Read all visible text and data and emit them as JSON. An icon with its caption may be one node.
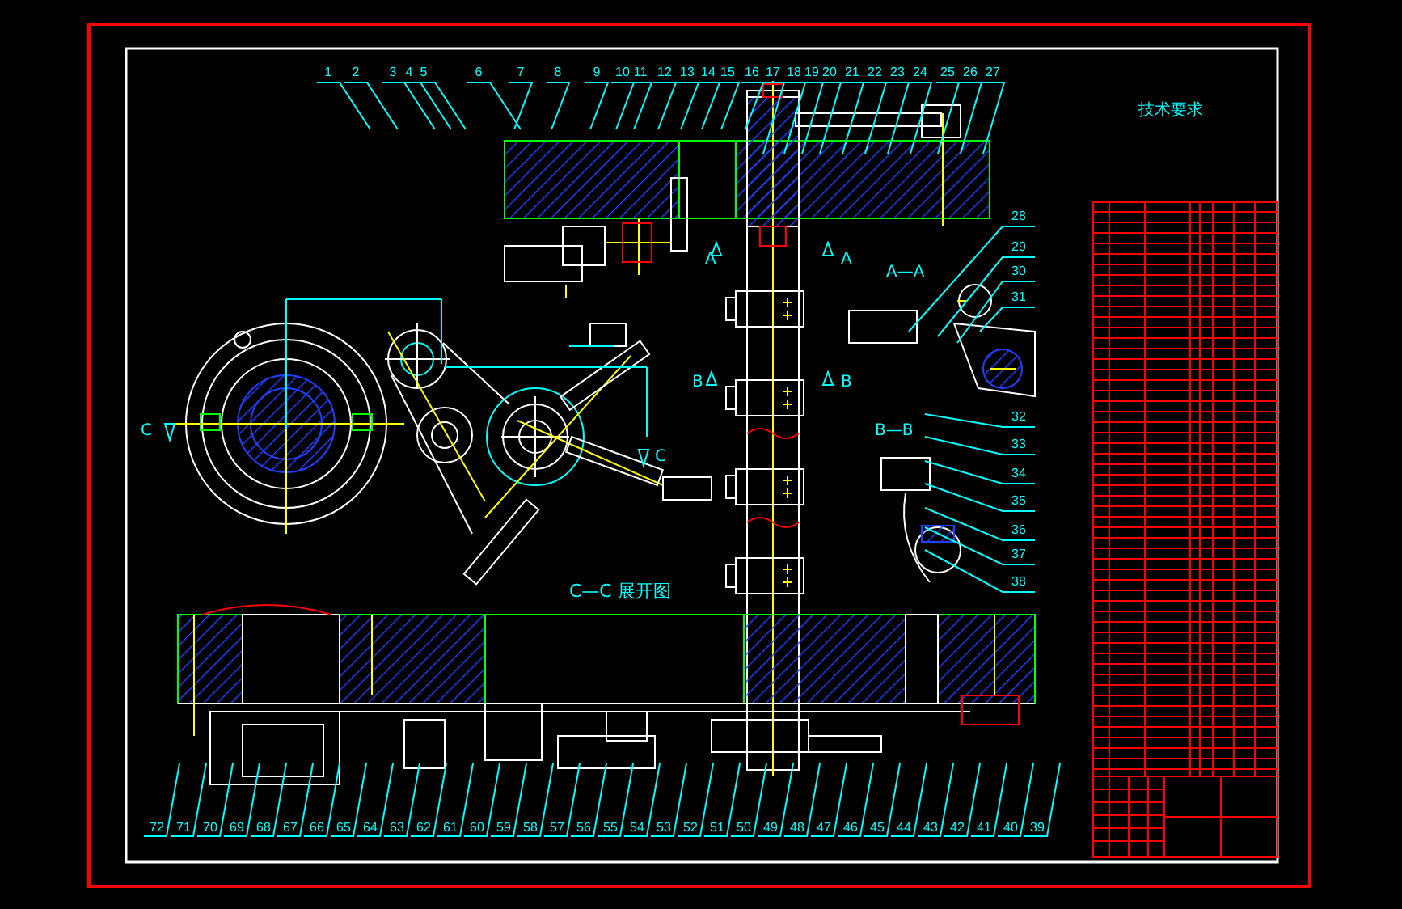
{
  "diagram": {
    "nodes": [
      {
        "text": [
          "1"
        ]
      },
      {
        "text": [
          "2"
        ]
      },
      {
        "text": [
          "3"
        ]
      },
      {
        "text": [
          "4"
        ]
      },
      {
        "text": [
          "5"
        ]
      },
      {
        "text": [
          "6"
        ]
      },
      {
        "text": [
          "7"
        ]
      },
      {
        "text": [
          "8"
        ]
      },
      {
        "text": [
          "9"
        ]
      },
      {
        "text": [
          "10"
        ]
      },
      {
        "text": [
          "11"
        ]
      },
      {
        "text": [
          "12"
        ]
      },
      {
        "text": [
          "13"
        ]
      },
      {
        "text": [
          "14"
        ]
      },
      {
        "text": [
          "15"
        ]
      },
      {
        "text": [
          "16"
        ]
      },
      {
        "text": [
          "17"
        ]
      },
      {
        "text": [
          "18"
        ]
      },
      {
        "text": [
          "19"
        ]
      },
      {
        "text": [
          "20"
        ]
      },
      {
        "text": [
          "21"
        ]
      },
      {
        "text": [
          "22"
        ]
      },
      {
        "text": [
          "23"
        ]
      },
      {
        "text": [
          "24"
        ]
      },
      {
        "text": [
          "25"
        ]
      },
      {
        "text": [
          "26"
        ]
      },
      {
        "text": [
          "27"
        ]
      },
      {
        "text": [
          "28"
        ]
      },
      {
        "text": [
          "29"
        ]
      },
      {
        "text": [
          "30"
        ]
      },
      {
        "text": [
          "31"
        ]
      },
      {
        "text": [
          "32"
        ]
      },
      {
        "text": [
          "33"
        ]
      },
      {
        "text": [
          "34"
        ]
      },
      {
        "text": [
          "35"
        ]
      },
      {
        "text": [
          "36"
        ]
      },
      {
        "text": [
          "37"
        ]
      },
      {
        "text": [
          "38"
        ]
      },
      {
        "text": [
          "72"
        ]
      },
      {
        "text": [
          "71"
        ]
      },
      {
        "text": [
          "70"
        ]
      },
      {
        "text": [
          "69"
        ]
      },
      {
        "text": [
          "68"
        ]
      },
      {
        "text": [
          "67"
        ]
      },
      {
        "text": [
          "66"
        ]
      },
      {
        "text": [
          "65"
        ]
      },
      {
        "text": [
          "64"
        ]
      },
      {
        "text": [
          "63"
        ]
      },
      {
        "text": [
          "62"
        ]
      },
      {
        "text": [
          "61"
        ]
      },
      {
        "text": [
          "60"
        ]
      },
      {
        "text": [
          "59"
        ]
      },
      {
        "text": [
          "58"
        ]
      },
      {
        "text": [
          "57"
        ]
      },
      {
        "text": [
          "56"
        ]
      },
      {
        "text": [
          "55"
        ]
      },
      {
        "text": [
          "54"
        ]
      },
      {
        "text": [
          "53"
        ]
      },
      {
        "text": [
          "52"
        ]
      },
      {
        "text": [
          "51"
        ]
      },
      {
        "text": [
          "50"
        ]
      },
      {
        "text": [
          "49"
        ]
      },
      {
        "text": [
          "48"
        ]
      },
      {
        "text": [
          "47"
        ]
      },
      {
        "text": [
          "46"
        ]
      },
      {
        "text": [
          "45"
        ]
      },
      {
        "text": [
          "44"
        ]
      },
      {
        "text": [
          "43"
        ]
      },
      {
        "text": [
          "42"
        ]
      },
      {
        "text": [
          "41"
        ]
      },
      {
        "text": [
          "40"
        ]
      },
      {
        "text": [
          "39"
        ]
      }
    ],
    "edges": [
      {
        "from": 0,
        "to": null,
        "arrow": "none"
      },
      {
        "from": 1,
        "to": null,
        "arrow": "none"
      },
      {
        "from": 2,
        "to": null,
        "arrow": "none"
      },
      {
        "from": 3,
        "to": null,
        "arrow": "none"
      },
      {
        "from": 4,
        "to": null,
        "arrow": "none"
      },
      {
        "from": 5,
        "to": null,
        "arrow": "none"
      },
      {
        "from": 6,
        "to": null,
        "arrow": "none"
      },
      {
        "from": 7,
        "to": null,
        "arrow": "none"
      },
      {
        "from": 8,
        "to": null,
        "arrow": "none"
      },
      {
        "from": 9,
        "to": null,
        "arrow": "none"
      },
      {
        "from": 10,
        "to": null,
        "arrow": "none"
      },
      {
        "from": 11,
        "to": null,
        "arrow": "none"
      },
      {
        "from": 12,
        "to": null,
        "arrow": "none"
      },
      {
        "from": 13,
        "to": null,
        "arrow": "none"
      },
      {
        "from": 14,
        "to": null,
        "arrow": "none"
      },
      {
        "from": 15,
        "to": null,
        "arrow": "none"
      },
      {
        "from": 16,
        "to": null,
        "arrow": "none"
      },
      {
        "from": 17,
        "to": null,
        "arrow": "none"
      },
      {
        "from": 18,
        "to": null,
        "arrow": "none"
      },
      {
        "from": 19,
        "to": null,
        "arrow": "none"
      },
      {
        "from": 20,
        "to": null,
        "arrow": "none"
      },
      {
        "from": 21,
        "to": null,
        "arrow": "none"
      },
      {
        "from": 22,
        "to": null,
        "arrow": "none"
      },
      {
        "from": 23,
        "to": null,
        "arrow": "none"
      },
      {
        "from": 24,
        "to": null,
        "arrow": "none"
      },
      {
        "from": 25,
        "to": null,
        "arrow": "none"
      },
      {
        "from": 26,
        "to": null,
        "arrow": "none"
      },
      {
        "from": 27,
        "to": null,
        "arrow": "none"
      },
      {
        "from": 28,
        "to": null,
        "arrow": "none"
      },
      {
        "from": 29,
        "to": null,
        "arrow": "none"
      },
      {
        "from": 30,
        "to": null,
        "arrow": "none"
      },
      {
        "from": 31,
        "to": null,
        "arrow": "none"
      },
      {
        "from": 32,
        "to": null,
        "arrow": "none"
      },
      {
        "from": 33,
        "to": null,
        "arrow": "none"
      },
      {
        "from": 34,
        "to": null,
        "arrow": "none"
      },
      {
        "from": 35,
        "to": null,
        "arrow": "none"
      },
      {
        "from": 36,
        "to": null,
        "arrow": "none"
      },
      {
        "from": 37,
        "to": null,
        "arrow": "none"
      },
      {
        "from": 38,
        "to": null,
        "arrow": "none"
      },
      {
        "from": 39,
        "to": null,
        "arrow": "none"
      },
      {
        "from": 40,
        "to": null,
        "arrow": "none"
      },
      {
        "from": 41,
        "to": null,
        "arrow": "none"
      },
      {
        "from": 42,
        "to": null,
        "arrow": "none"
      },
      {
        "from": 43,
        "to": null,
        "arrow": "none"
      },
      {
        "from": 44,
        "to": null,
        "arrow": "none"
      },
      {
        "from": 45,
        "to": null,
        "arrow": "none"
      },
      {
        "from": 46,
        "to": null,
        "arrow": "none"
      },
      {
        "from": 47,
        "to": null,
        "arrow": "none"
      },
      {
        "from": 48,
        "to": null,
        "arrow": "none"
      },
      {
        "from": 49,
        "to": null,
        "arrow": "none"
      },
      {
        "from": 50,
        "to": null,
        "arrow": "none"
      },
      {
        "from": 51,
        "to": null,
        "arrow": "none"
      },
      {
        "from": 52,
        "to": null,
        "arrow": "none"
      },
      {
        "from": 53,
        "to": null,
        "arrow": "none"
      },
      {
        "from": 54,
        "to": null,
        "arrow": "none"
      },
      {
        "from": 55,
        "to": null,
        "arrow": "none"
      },
      {
        "from": 56,
        "to": null,
        "arrow": "none"
      },
      {
        "from": 57,
        "to": null,
        "arrow": "none"
      },
      {
        "from": 58,
        "to": null,
        "arrow": "none"
      },
      {
        "from": 59,
        "to": null,
        "arrow": "none"
      },
      {
        "from": 60,
        "to": null,
        "arrow": "none"
      },
      {
        "from": 61,
        "to": null,
        "arrow": "none"
      },
      {
        "from": 62,
        "to": null,
        "arrow": "none"
      },
      {
        "from": 63,
        "to": null,
        "arrow": "none"
      },
      {
        "from": 64,
        "to": null,
        "arrow": "none"
      },
      {
        "from": 65,
        "to": null,
        "arrow": "none"
      },
      {
        "from": 66,
        "to": null,
        "arrow": "none"
      },
      {
        "from": 67,
        "to": null,
        "arrow": "none"
      },
      {
        "from": 68,
        "to": null,
        "arrow": "none"
      },
      {
        "from": 69,
        "to": null,
        "arrow": "none"
      },
      {
        "from": 70,
        "to": null,
        "arrow": "none"
      },
      {
        "from": 71,
        "to": null,
        "arrow": "none"
      }
    ],
    "labels": [
      "技术要求",
      "A",
      "A",
      "A—A",
      "B",
      "B",
      "C",
      "B—B",
      "C",
      "C—C 展开图"
    ]
  }
}
